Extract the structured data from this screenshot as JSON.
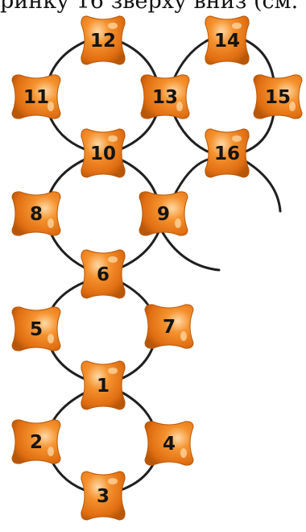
{
  "caption": "ринку 16 зверху вниз (см.",
  "diagram": {
    "bead_color": "#f07f1d",
    "bead_shadow": "#b85708",
    "bead_highlight": "#ffd9a6",
    "line_color": "#1f1f1f",
    "beads": [
      {
        "id": "1",
        "orientation": "vertical"
      },
      {
        "id": "2",
        "orientation": "horizontal"
      },
      {
        "id": "3",
        "orientation": "vertical"
      },
      {
        "id": "4",
        "orientation": "horizontal"
      },
      {
        "id": "5",
        "orientation": "horizontal"
      },
      {
        "id": "6",
        "orientation": "vertical"
      },
      {
        "id": "7",
        "orientation": "horizontal"
      },
      {
        "id": "8",
        "orientation": "horizontal"
      },
      {
        "id": "9",
        "orientation": "horizontal"
      },
      {
        "id": "10",
        "orientation": "vertical"
      },
      {
        "id": "11",
        "orientation": "horizontal"
      },
      {
        "id": "12",
        "orientation": "vertical"
      },
      {
        "id": "13",
        "orientation": "horizontal"
      },
      {
        "id": "14",
        "orientation": "vertical"
      },
      {
        "id": "15",
        "orientation": "horizontal"
      },
      {
        "id": "16",
        "orientation": "vertical"
      }
    ]
  }
}
